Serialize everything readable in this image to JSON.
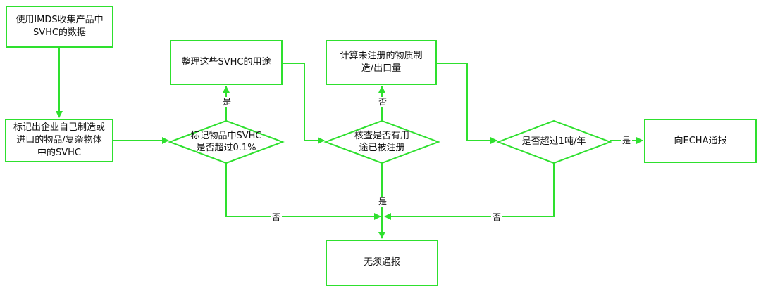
{
  "colors": {
    "stroke": "#2ee02e",
    "text": "#111111"
  },
  "nodes": {
    "collect": "使用IMDS收集产品中\nSVHC的数据",
    "mark": "标记出企业自己制造或\n进口的物品/复杂物体\n中的SVHC",
    "check01": "标记物品中SVHC\n是否超过0.1%",
    "organize": "整理这些SVHC的用途",
    "registered": "核查是否有用\n途已被注册",
    "calc": "计算未注册的物质制\n造/出口量",
    "over1t": "是否超过1吨/年",
    "notify": "向ECHA通报",
    "no_need": "无须通报"
  },
  "edge_labels": {
    "yes_check01": "是",
    "no_check01": "否",
    "no_registered": "否",
    "yes_registered": "是",
    "yes_over1t": "是",
    "no_over1t": "否"
  }
}
